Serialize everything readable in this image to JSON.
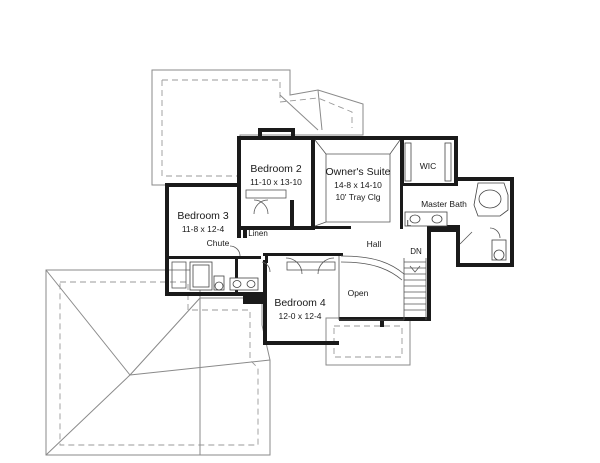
{
  "rooms": [
    {
      "key": "bedroom2",
      "name": "Bedroom 2",
      "dims": "11-10 x 13-10"
    },
    {
      "key": "owners",
      "name": "Owner's Suite",
      "dims": "14-8 x 14-10",
      "note": "10' Tray Clg"
    },
    {
      "key": "wic",
      "name": "WIC"
    },
    {
      "key": "masterbath",
      "name": "Master Bath"
    },
    {
      "key": "bedroom3",
      "name": "Bedroom 3",
      "dims": "11-8 x 12-4"
    },
    {
      "key": "bedroom4",
      "name": "Bedroom 4",
      "dims": "12-0 x 12-4"
    },
    {
      "key": "hall",
      "name": "Hall"
    },
    {
      "key": "open",
      "name": "Open"
    },
    {
      "key": "chute",
      "name": "Chute"
    },
    {
      "key": "linen",
      "name": "Linen"
    }
  ],
  "markers": {
    "stair_down": "DN",
    "linen_closet": "L"
  }
}
